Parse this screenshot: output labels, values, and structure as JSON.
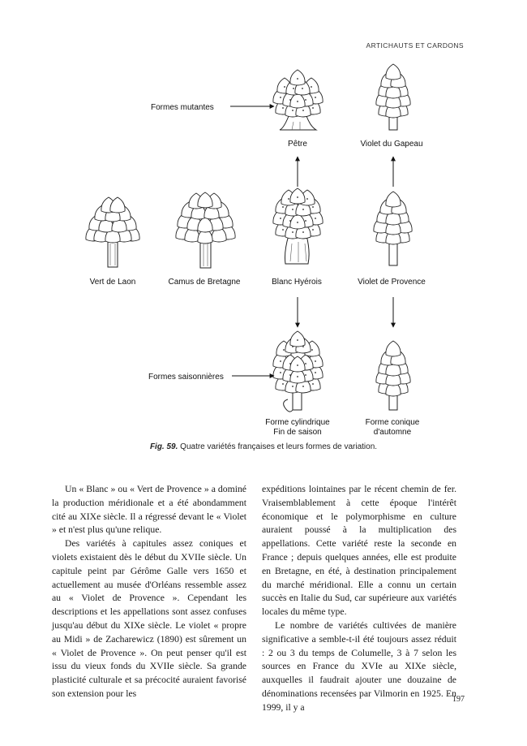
{
  "running_head": "ARTICHAUTS ET CARDONS",
  "figure": {
    "labels": {
      "formes_mutantes": "Formes mutantes",
      "formes_saisonnieres": "Formes saisonnières",
      "petre": "Pêtre",
      "violet_gapeau": "Violet du Gapeau",
      "vert_laon": "Vert de Laon",
      "camus_bretagne": "Camus de Bretagne",
      "blanc_hyerois": "Blanc Hyérois",
      "violet_provence": "Violet de Provence",
      "forme_cylindrique_1": "Forme cylindrique",
      "forme_cylindrique_2": "Fin de saison",
      "forme_conique_1": "Forme conique",
      "forme_conique_2": "d'automne"
    }
  },
  "caption": {
    "label": "Fig. 59.",
    "text": "Quatre variétés françaises et leurs formes de variation."
  },
  "body": {
    "left_column": [
      "Un « Blanc » ou « Vert de Provence » a dominé la production méridionale et a été abondamment cité au XIXe siècle. Il a régressé devant le « Violet » et n'est plus qu'une relique.",
      "Des variétés à capitules assez coniques et violets existaient dès le début du XVIIe siècle. Un capitule peint par Gérôme Galle vers 1650 et actuellement au musée d'Orléans ressemble assez au « Violet de Provence ». Cependant les descriptions et les appellations sont assez confuses jusqu'au début du XIXe siècle. Le violet « propre au Midi » de Zacharewicz (1890) est sûrement un « Violet de Provence ». On peut penser qu'il est issu du vieux fonds du XVIIe siècle. Sa grande plasticité culturale et sa précocité auraient favorisé son extension pour les"
    ],
    "right_column": [
      "expéditions lointaines par le récent chemin de fer. Vraisemblablement à cette époque l'intérêt économique et le polymorphisme en culture auraient poussé à la multiplication des appellations. Cette variété reste la seconde en France ; depuis quelques années, elle est produite en Bretagne, en été, à destination principalement du marché méridional. Elle a connu un certain succès en Italie du Sud, car supérieure aux variétés locales du même type.",
      "Le nombre de variétés cultivées de manière significative a semble-t-il été toujours assez réduit : 2 ou 3 du temps de Columelle, 3 à 7 selon les sources en France du XVIe au XIXe siècle, auxquelles il faudrait ajouter une douzaine de dénominations recensées par Vilmorin en 1925. En 1999, il y a"
    ]
  },
  "page_number": "197"
}
